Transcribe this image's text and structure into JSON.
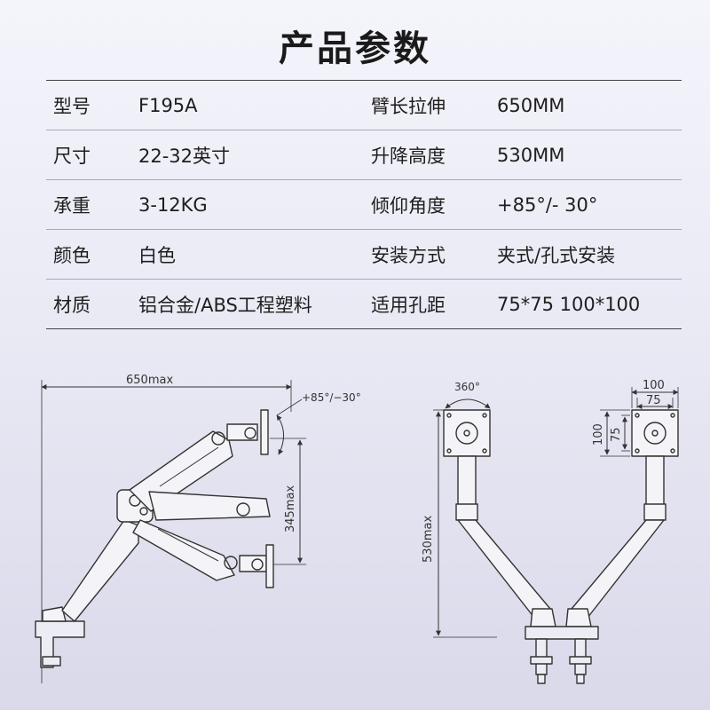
{
  "title": "产品参数",
  "specs": [
    {
      "k1": "型号",
      "v1": "F195A",
      "k2": "臂长拉伸",
      "v2": "650MM"
    },
    {
      "k1": "尺寸",
      "v1": "22-32英寸",
      "k2": "升降高度",
      "v2": "530MM"
    },
    {
      "k1": "承重",
      "v1": "3-12KG",
      "k2": "倾仰角度",
      "v2": "+85°/- 30°"
    },
    {
      "k1": "颜色",
      "v1": "白色",
      "k2": "安装方式",
      "v2": "夹式/孔式安装"
    },
    {
      "k1": "材质",
      "v1": "铝合金/ABS工程塑料",
      "k2": "适用孔距",
      "v2": "75*75 100*100"
    }
  ],
  "diagram_labels": {
    "reach": "650max",
    "tilt": "+85°/−30°",
    "lift_range": "345max",
    "rotation": "360°",
    "height": "530max",
    "vesa_outer_w": "100",
    "vesa_inner_w": "75",
    "vesa_outer_h": "100",
    "vesa_inner_h": "75"
  }
}
